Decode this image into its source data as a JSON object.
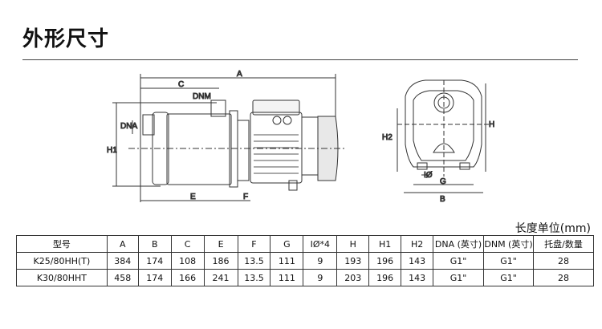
{
  "title": "外形尺寸",
  "unit": "长度单位(mm)",
  "drawing_labels": {
    "A": "A",
    "C": "C",
    "DNM": "DNM",
    "DNA": "DNA",
    "H1": "H1",
    "E": "E",
    "F": "F",
    "H": "H",
    "H2": "H2",
    "I": "IØ",
    "G": "G",
    "B": "B"
  },
  "table": {
    "headers": [
      "型号",
      "A",
      "B",
      "C",
      "E",
      "F",
      "G",
      "IØ*4",
      "H",
      "H1",
      "H2",
      "DNA (英寸)",
      "DNM (英寸)",
      "托盘/数量"
    ],
    "rows": [
      [
        "K25/80HH(T)",
        "384",
        "174",
        "108",
        "186",
        "13.5",
        "111",
        "9",
        "193",
        "196",
        "143",
        "G1\"",
        "G1\"",
        "28"
      ],
      [
        "K30/80HHT",
        "458",
        "174",
        "166",
        "241",
        "13.5",
        "111",
        "9",
        "203",
        "196",
        "143",
        "G1\"",
        "G1\"",
        "28"
      ]
    ]
  }
}
